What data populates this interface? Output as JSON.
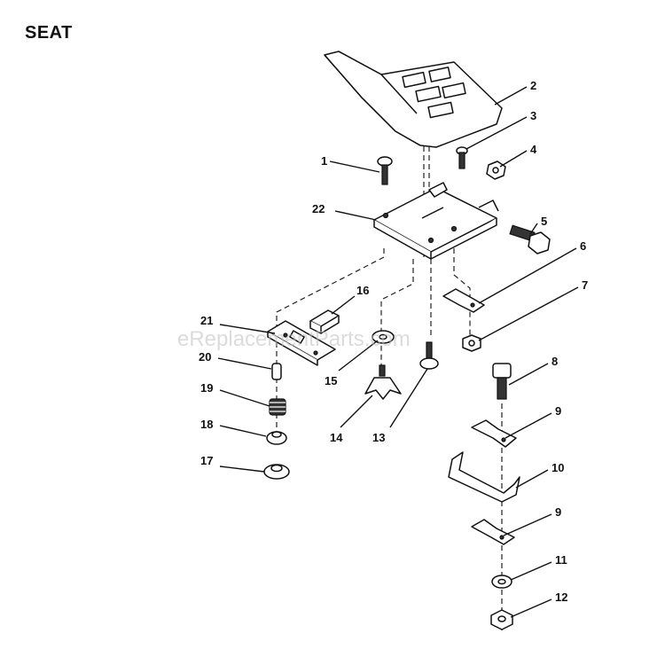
{
  "page": {
    "title": "SEAT"
  },
  "watermark": "eReplacementParts.com",
  "callouts": [
    "1",
    "2",
    "3",
    "4",
    "5",
    "6",
    "7",
    "8",
    "9",
    "9",
    "10",
    "11",
    "12",
    "13",
    "14",
    "15",
    "16",
    "17",
    "18",
    "19",
    "20",
    "21",
    "22"
  ]
}
